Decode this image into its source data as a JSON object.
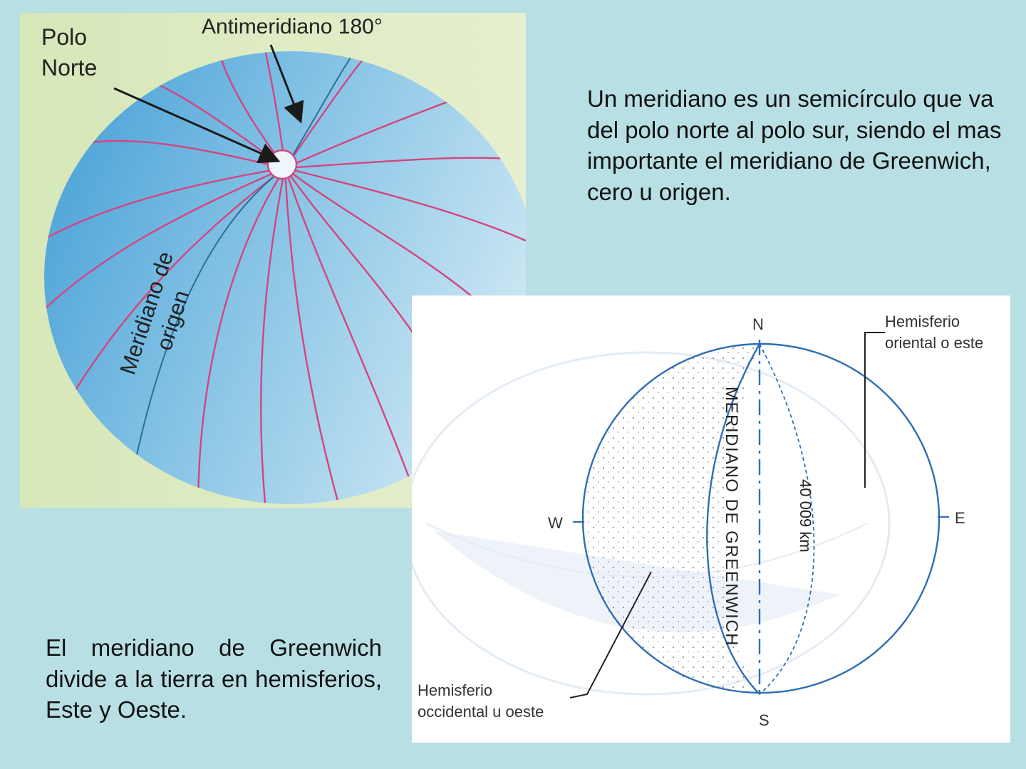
{
  "slide": {
    "meridian_definition": "Un meridiano es un semicírculo que va del polo norte al polo sur, siendo el mas importante el meridiano de Greenwich, cero u origen.",
    "greenwich_division": "El meridiano de Greenwich divide a la tierra en hemisferios, Este y Oeste."
  },
  "globe_figure": {
    "north_pole_label_1": "Polo",
    "north_pole_label_2": "Norte",
    "antimeridian_label": "Antimeridiano 180°",
    "origin_meridian_label_1": "Meridiano de",
    "origin_meridian_label_2": "origen"
  },
  "hemisphere_figure": {
    "north": "N",
    "south": "S",
    "west": "W",
    "east": "E",
    "eastern_hemisphere_1": "Hemisferio",
    "eastern_hemisphere_2": "oriental o este",
    "western_hemisphere_1": "Hemisferio",
    "western_hemisphere_2": "occidental u oeste",
    "greenwich_label": "MERIDIANO DE GREENWICH",
    "circumference_label": "40 009 km"
  },
  "colors": {
    "background": "#b8dfe3",
    "globe_blue": "#6fb7de",
    "meridian_lines": "#d4457f",
    "diagram_blue": "#2e6fb3"
  }
}
